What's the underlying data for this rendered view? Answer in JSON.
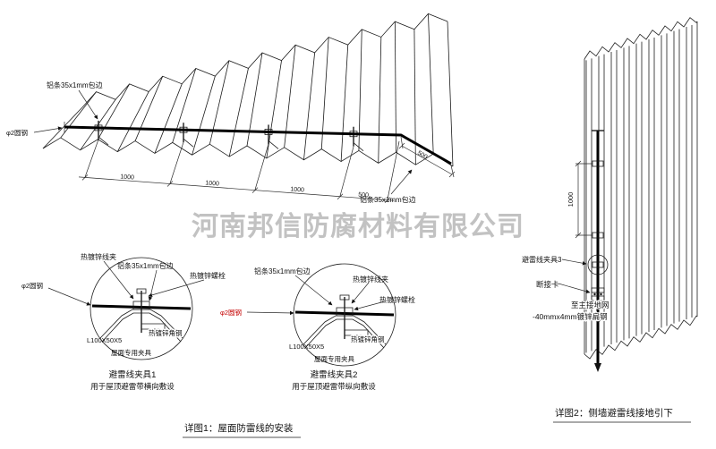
{
  "watermark": {
    "company": "河南邦信防腐材料有限公司"
  },
  "colors": {
    "accent_red": "#c40000",
    "watermark_gray": "#bdbdbd",
    "line": "#1c1c1c"
  },
  "roof": {
    "alStripTop": "铝条35x1mm包边",
    "roundSteel": "φ2圆钢",
    "alStripRight": "铝条35x1mm包边",
    "dim1": "1000",
    "dim2": "1000",
    "dim3": "1000",
    "dim4": "500",
    "dim5": "500"
  },
  "detail1": {
    "wireClip": "热镀锌线夹",
    "alStrip": "铝条35x1mm包边",
    "bolt": "热镀锌螺栓",
    "roundSteel": "φ2圆钢",
    "angleSteel": "热镀锌角钢",
    "angleSize": "L100X50X5",
    "roofClamp": "屋面专用夹具",
    "title": "避雷线夹具1",
    "subtitle": "用于屋顶避雷带横向敷设"
  },
  "detail2": {
    "alStrip": "铝条35x1mm包边",
    "wireClip": "热镀锌线夹",
    "bolt": "热镀锌螺栓",
    "roundSteel": "φ2圆钢",
    "angleSteel": "热镀锌角钢",
    "angleSize": "L100X50X5",
    "roofClamp": "屋面专用夹具",
    "title": "避雷线夹具2",
    "subtitle": "用于屋顶避雷带纵向敷设"
  },
  "wall": {
    "dim": "1000",
    "clamp3": "避雷线夹具3",
    "disconnect": "断接卡",
    "toGround": "至主接地网",
    "flatSteel": "-40mmx4mm镀锌扁钢"
  },
  "captions": {
    "detail1": "详图1：屋面防雷线的安装",
    "detail2": "详图2：侧墙避雷线接地引下"
  }
}
